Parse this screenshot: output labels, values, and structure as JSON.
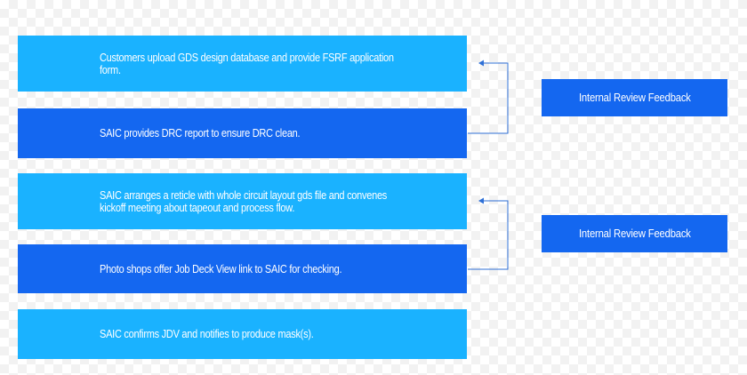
{
  "steps": [
    {
      "text": "Customers upload GDS design database and provide FSRF application form."
    },
    {
      "text": "SAIC provides DRC report to ensure DRC clean."
    },
    {
      "text": "SAIC arranges a reticle with whole circuit layout gds file and convenes kickoff meeting about tapeout and process flow."
    },
    {
      "text": "Photo shops offer Job Deck View link to SAIC for checking."
    },
    {
      "text": "SAIC confirms JDV and notifies to produce mask(s)."
    }
  ],
  "feedback": [
    {
      "label": "Internal Review Feedback"
    },
    {
      "label": "Internal Review Feedback"
    }
  ],
  "colors": {
    "light_step": "#1ab2ff",
    "dark_step": "#1467f0",
    "feedback_box": "#1467f0",
    "connector": "#2d6fd6",
    "text": "#ffffff"
  }
}
